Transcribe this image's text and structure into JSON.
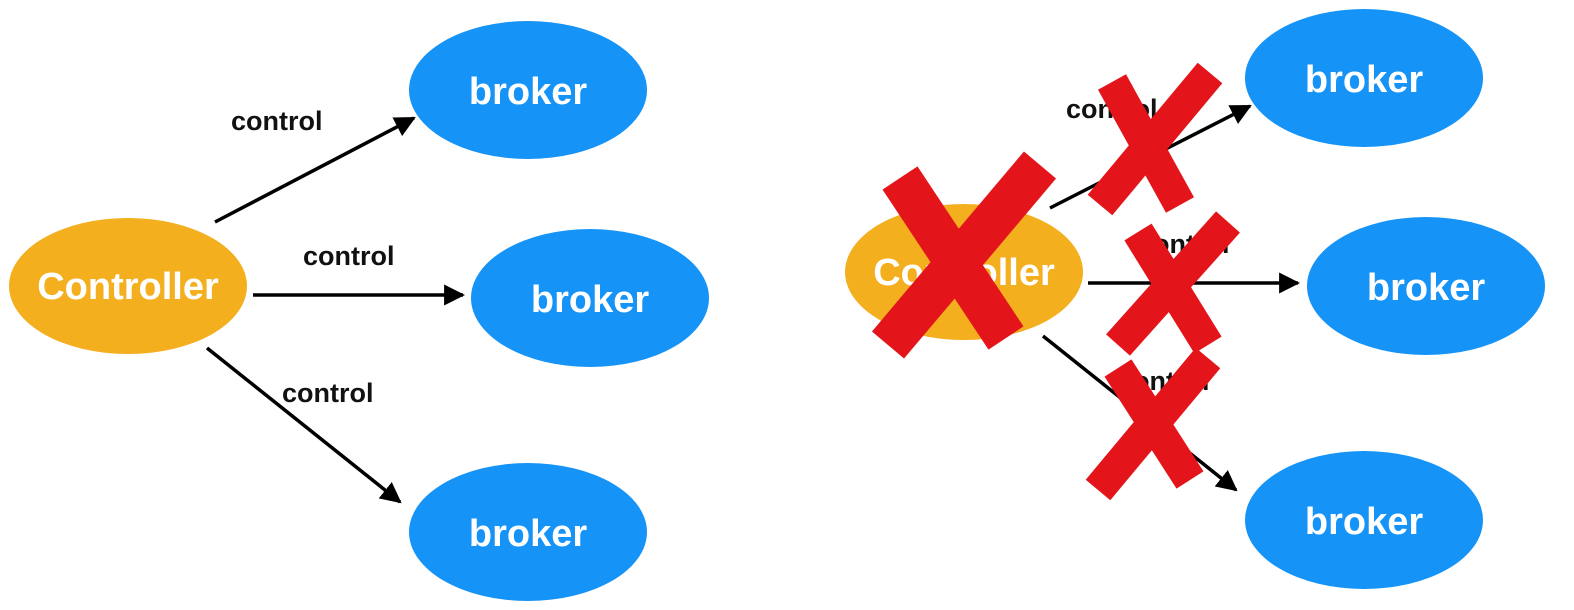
{
  "colors": {
    "controller": "#F4AF1F",
    "broker": "#1593F7",
    "arrow": "#000000",
    "cross": "#E3151A",
    "label_text": "#FFFFFF",
    "edge_text": "#111111"
  },
  "left": {
    "controller_label": "Controller",
    "brokers": [
      "broker",
      "broker",
      "broker"
    ],
    "edges": [
      "control",
      "control",
      "control"
    ]
  },
  "right": {
    "controller_label": "Controller",
    "brokers": [
      "broker",
      "broker",
      "broker"
    ],
    "edges": [
      "control",
      "control",
      "control"
    ],
    "failed": true
  }
}
